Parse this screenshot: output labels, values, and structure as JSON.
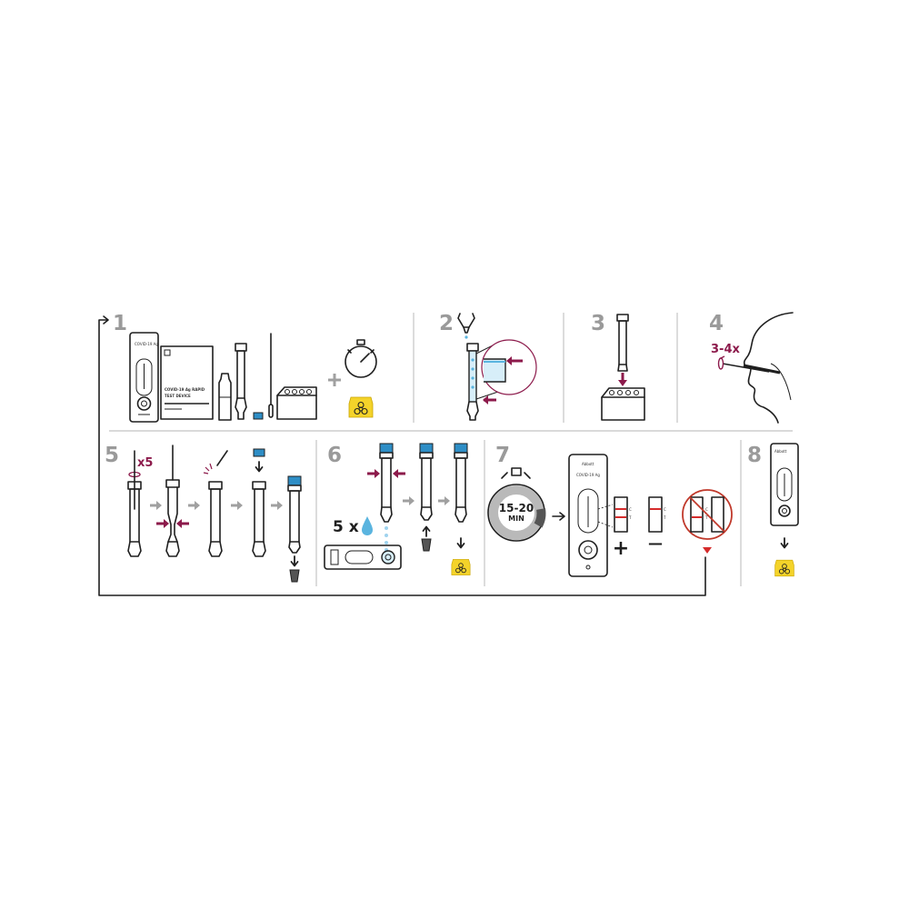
{
  "colors": {
    "accent": "#8c1a4b",
    "step_number": "#9a9a9a",
    "buffer_cap": "#2e8ec6",
    "biohazard": "#f4d32a",
    "control_line": "#d52b2b"
  },
  "kit_labels": {
    "device_header": "COVID-19 Ag",
    "leaflet_title": "COVID-19 Ag RAPID TEST DEVICE",
    "reader_brand": "Abbott",
    "reader_product": "COVID-19 Ag"
  },
  "steps": [
    {
      "number": "1"
    },
    {
      "number": "2"
    },
    {
      "number": "3"
    },
    {
      "number": "4",
      "rotation_label": "3-4x"
    },
    {
      "number": "5",
      "rotation_label": "x5"
    },
    {
      "number": "6",
      "drops_label": "5 x"
    },
    {
      "number": "7",
      "timer_value": "15-20",
      "timer_unit": "MIN",
      "results": [
        {
          "symbol": "+",
          "lines": [
            "C",
            "T"
          ]
        },
        {
          "symbol": "—",
          "lines": [
            "C",
            "T"
          ]
        },
        {
          "symbol": "invalid",
          "lines": [
            "C",
            "T"
          ]
        }
      ]
    },
    {
      "number": "8"
    }
  ],
  "icons": [
    "stopwatch-icon",
    "biohazard-icon",
    "plus-icon",
    "arrow-icon",
    "rotate-icon",
    "drop-icon"
  ]
}
